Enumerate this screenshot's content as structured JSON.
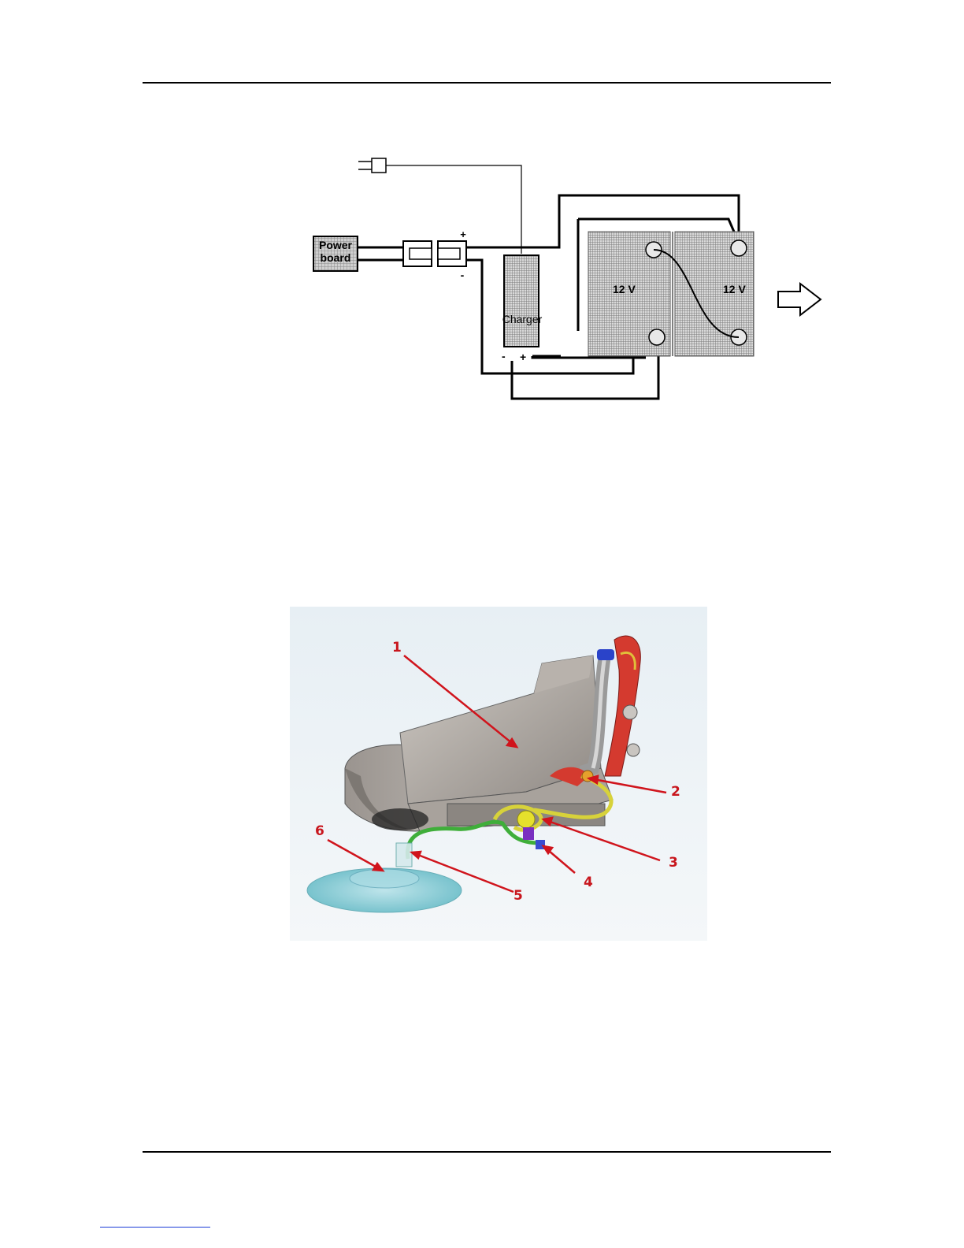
{
  "wiring_diagram": {
    "power_board_label": [
      "Power",
      "board"
    ],
    "charger_label": "Charger",
    "connector_plus": "+",
    "connector_minus": "-",
    "charger_minus": "-",
    "charger_plus": "+",
    "battery_left_label": "12 V",
    "battery_right_label": "12 V",
    "terminal_plus": "+",
    "terminal_minus": "-"
  },
  "parts_render": {
    "callouts": [
      "1",
      "2",
      "3",
      "4",
      "5",
      "6"
    ],
    "arrow_color": "#d0141c"
  }
}
